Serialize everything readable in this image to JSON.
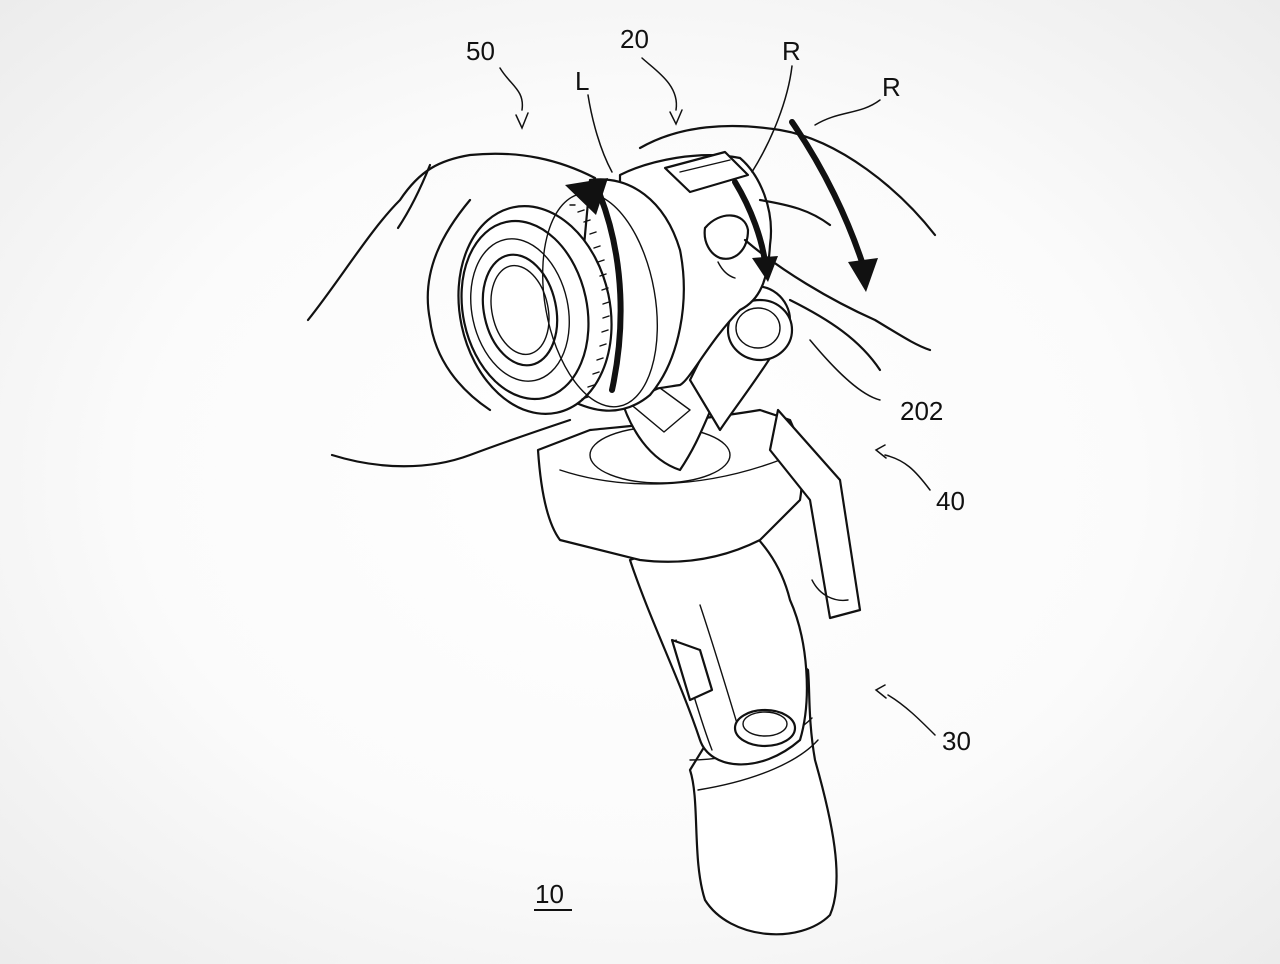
{
  "figure": {
    "figure_number": "10",
    "references": {
      "ref_50": "50",
      "ref_20": "20",
      "ref_L": "L",
      "ref_R_inner": "R",
      "ref_R_outer": "R",
      "ref_202": "202",
      "ref_40": "40",
      "ref_30": "30"
    },
    "ink_color": "#111111",
    "background_color": "#f4f4f4"
  }
}
